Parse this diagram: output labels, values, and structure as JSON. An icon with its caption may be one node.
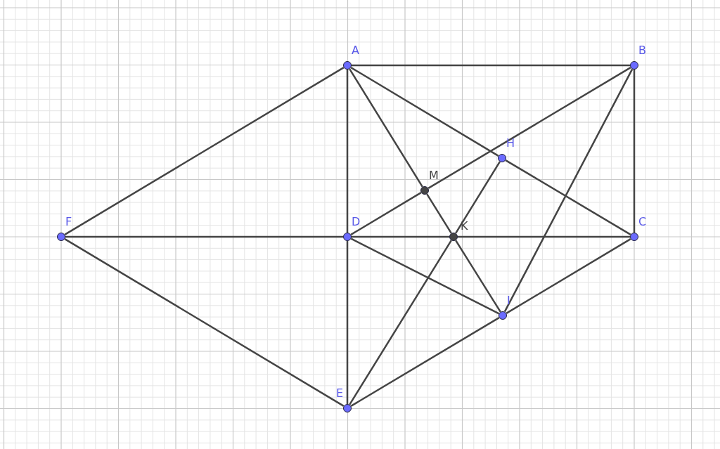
{
  "diagram": {
    "nodes": [
      {
        "text": [
          "A"
        ]
      },
      {
        "text": [
          "B"
        ]
      },
      {
        "text": [
          "H"
        ]
      },
      {
        "text": [
          "M"
        ]
      },
      {
        "text": [
          "F"
        ]
      },
      {
        "text": [
          "D"
        ]
      },
      {
        "text": [
          "K"
        ]
      },
      {
        "text": [
          "C"
        ]
      },
      {
        "text": [
          "I"
        ]
      },
      {
        "text": [
          "E"
        ]
      }
    ],
    "edges": [
      {
        "from": 0,
        "to": 1,
        "arrow": "none"
      },
      {
        "from": 1,
        "to": 7,
        "arrow": "none"
      },
      {
        "from": 0,
        "to": 5,
        "arrow": "none"
      },
      {
        "from": 5,
        "to": 9,
        "arrow": "none"
      },
      {
        "from": 4,
        "to": 0,
        "arrow": "none"
      },
      {
        "from": 4,
        "to": 5,
        "arrow": "none"
      },
      {
        "from": 5,
        "to": 6,
        "arrow": "none"
      },
      {
        "from": 6,
        "to": 7,
        "arrow": "none"
      },
      {
        "from": 4,
        "to": 9,
        "arrow": "none"
      },
      {
        "from": 9,
        "to": 8,
        "arrow": "none"
      },
      {
        "from": 8,
        "to": 7,
        "arrow": "none"
      },
      {
        "from": 5,
        "to": 8,
        "arrow": "none"
      },
      {
        "from": 0,
        "to": 2,
        "arrow": "none"
      },
      {
        "from": 2,
        "to": 7,
        "arrow": "none"
      },
      {
        "from": 0,
        "to": 3,
        "arrow": "none"
      },
      {
        "from": 3,
        "to": 6,
        "arrow": "none"
      },
      {
        "from": 6,
        "to": 8,
        "arrow": "none"
      },
      {
        "from": 5,
        "to": 3,
        "arrow": "none"
      },
      {
        "from": 3,
        "to": 1,
        "arrow": "none"
      },
      {
        "from": 9,
        "to": 6,
        "arrow": "none"
      },
      {
        "from": 6,
        "to": 2,
        "arrow": "none"
      },
      {
        "from": 1,
        "to": 8,
        "arrow": "none"
      }
    ]
  }
}
